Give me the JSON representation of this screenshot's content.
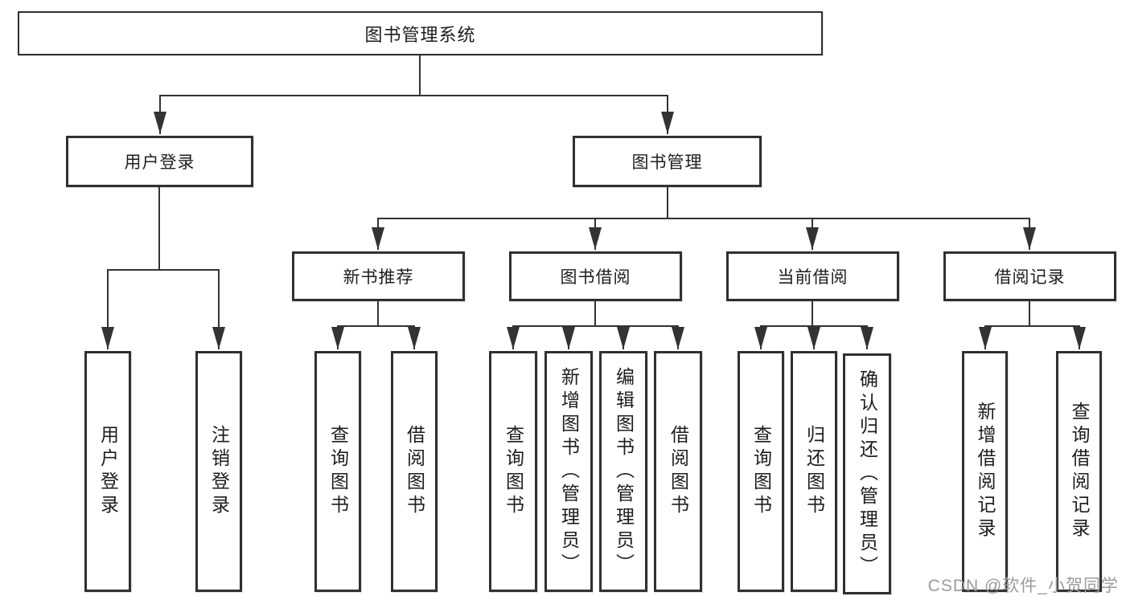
{
  "diagram": {
    "title": "图书管理系统",
    "root": {
      "label": "图书管理系统",
      "children": [
        {
          "label": "用户登录",
          "children": [
            {
              "label": "用户登录"
            },
            {
              "label": "注销登录"
            }
          ]
        },
        {
          "label": "图书管理",
          "children": [
            {
              "label": "新书推荐",
              "children": [
                {
                  "label": "查询图书"
                },
                {
                  "label": "借阅图书"
                }
              ]
            },
            {
              "label": "图书借阅",
              "children": [
                {
                  "label": "查询图书"
                },
                {
                  "label": "新增图书（管理员）"
                },
                {
                  "label": "编辑图书（管理员）"
                },
                {
                  "label": "借阅图书"
                }
              ]
            },
            {
              "label": "当前借阅",
              "children": [
                {
                  "label": "查询图书"
                },
                {
                  "label": "归还图书"
                },
                {
                  "label": "确认归还（管理员）"
                }
              ]
            },
            {
              "label": "借阅记录",
              "children": [
                {
                  "label": "新增借阅记录"
                },
                {
                  "label": "查询借阅记录"
                }
              ]
            }
          ]
        }
      ]
    }
  },
  "watermark": {
    "text": "CSDN @软件_小贺同学"
  },
  "colors": {
    "line": "#333333",
    "box_border": "#303030",
    "text": "#1d1d1d",
    "watermark": "#9b9b9b",
    "background": "#ffffff"
  }
}
